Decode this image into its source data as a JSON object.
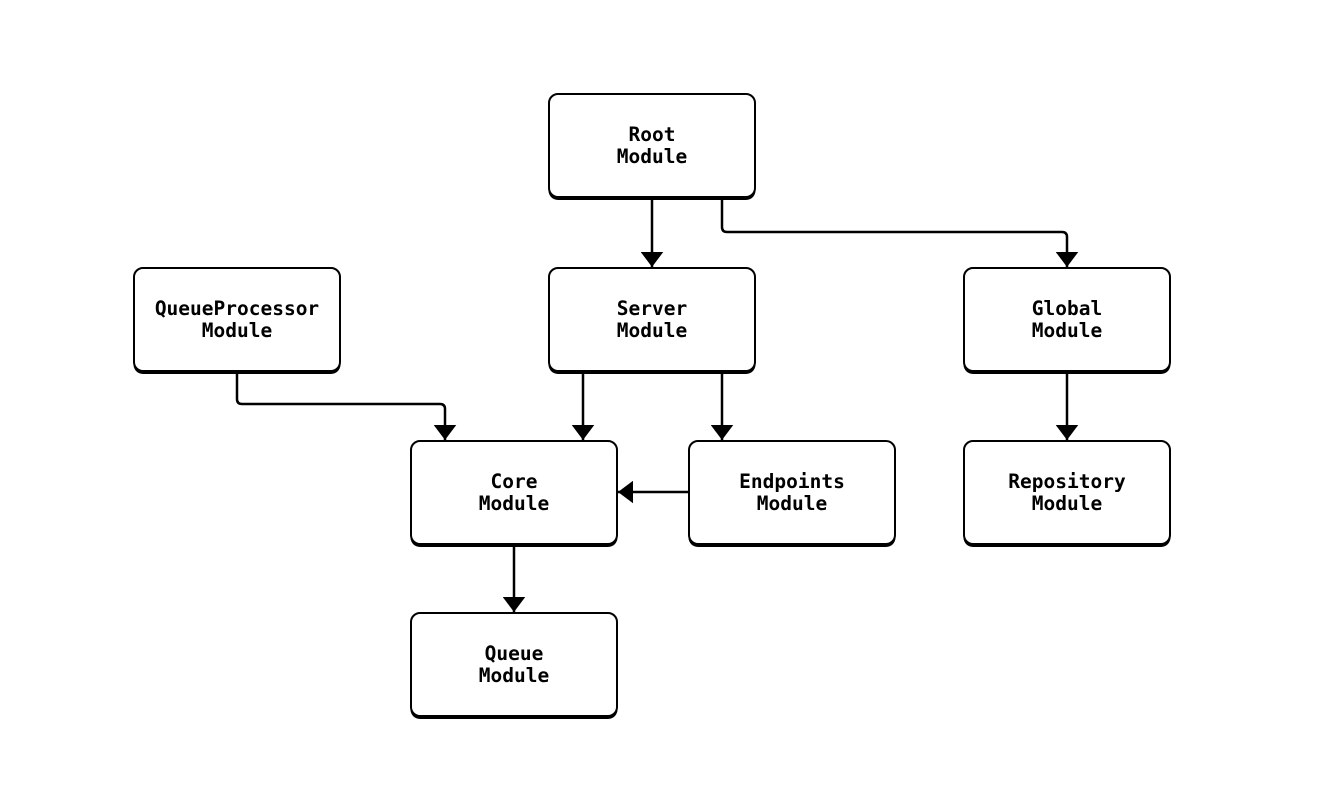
{
  "diagram": {
    "type": "module-dependency-flowchart",
    "colors": {
      "background": "#ffffff",
      "node_fill": "#ffffff",
      "stroke": "#000000",
      "text": "#000000"
    },
    "nodes": [
      {
        "id": "root-module",
        "line1": "Root",
        "line2": "Module"
      },
      {
        "id": "queueprocessor-module",
        "line1": "QueueProcessor",
        "line2": "Module"
      },
      {
        "id": "server-module",
        "line1": "Server",
        "line2": "Module"
      },
      {
        "id": "global-module",
        "line1": "Global",
        "line2": "Module"
      },
      {
        "id": "core-module",
        "line1": "Core",
        "line2": "Module"
      },
      {
        "id": "endpoints-module",
        "line1": "Endpoints",
        "line2": "Module"
      },
      {
        "id": "repository-module",
        "line1": "Repository",
        "line2": "Module"
      },
      {
        "id": "queue-module",
        "line1": "Queue",
        "line2": "Module"
      }
    ],
    "edges": [
      {
        "from": "root-module",
        "to": "server-module"
      },
      {
        "from": "root-module",
        "to": "global-module"
      },
      {
        "from": "queueprocessor-module",
        "to": "core-module"
      },
      {
        "from": "server-module",
        "to": "core-module"
      },
      {
        "from": "server-module",
        "to": "endpoints-module"
      },
      {
        "from": "endpoints-module",
        "to": "core-module"
      },
      {
        "from": "global-module",
        "to": "repository-module"
      },
      {
        "from": "core-module",
        "to": "queue-module"
      }
    ]
  }
}
